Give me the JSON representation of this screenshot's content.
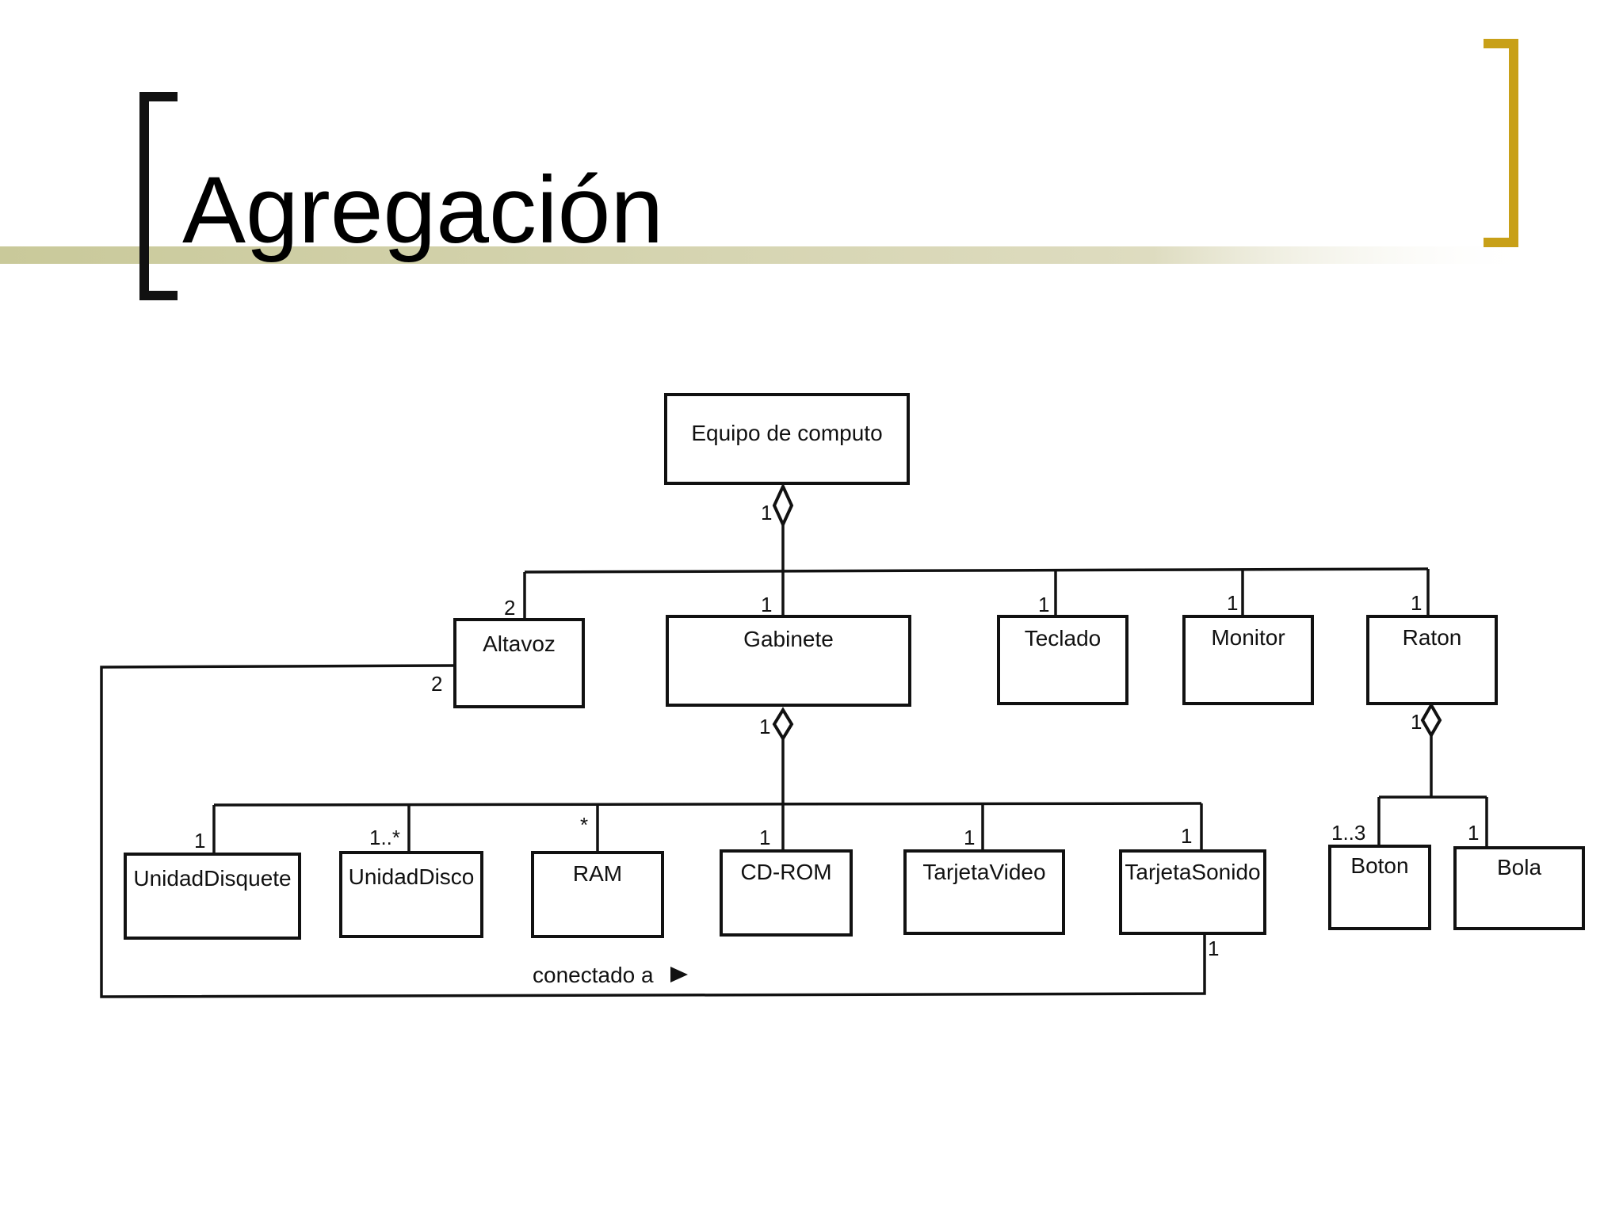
{
  "slide": {
    "title": "Agregación",
    "accent_colors": {
      "title_bar": "#c9c99a",
      "left_bracket": "#111111",
      "right_bracket": "#c8a018"
    }
  },
  "diagram": {
    "classes": {
      "equipo": "Equipo de computo",
      "altavoz": "Altavoz",
      "gabinete": "Gabinete",
      "teclado": "Teclado",
      "monitor": "Monitor",
      "raton": "Raton",
      "unidad_disquete": "UnidadDisquete",
      "unidad_disco": "UnidadDisco",
      "ram": "RAM",
      "cdrom": "CD-ROM",
      "tarjeta_video": "TarjetaVideo",
      "tarjeta_sonido": "TarjetaSonido",
      "boton": "Boton",
      "bola": "Bola"
    },
    "multiplicities": {
      "equipo_whole": "1",
      "altavoz_part": "2",
      "gabinete_part": "1",
      "teclado_part": "1",
      "monitor_part": "1",
      "raton_part": "1",
      "gabinete_whole": "1",
      "unidad_disquete_part": "1",
      "unidad_disco_part": "1..*",
      "ram_part": "*",
      "cdrom_part": "1",
      "tarjeta_video_part": "1",
      "tarjeta_sonido_part": "1",
      "raton_whole": "1",
      "boton_part": "1..3",
      "bola_part": "1",
      "altavoz_assoc": "2",
      "tarjeta_sonido_assoc": "1"
    },
    "association_label": "conectado a"
  }
}
